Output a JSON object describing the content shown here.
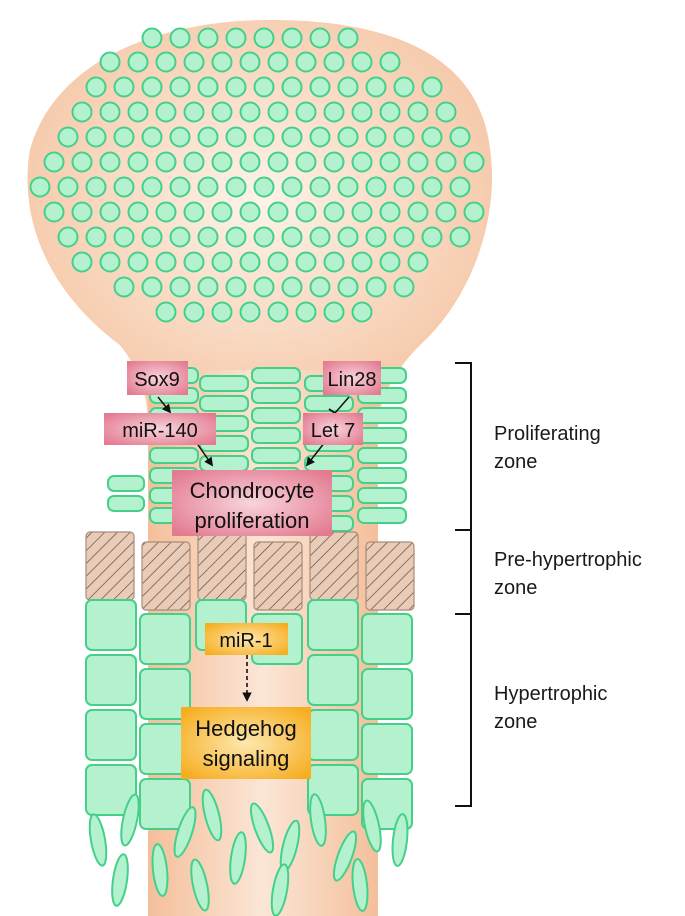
{
  "zones": [
    {
      "line1": "Proliferating",
      "line2": "zone"
    },
    {
      "line1": "Pre-hypertrophic",
      "line2": "zone"
    },
    {
      "line1": "Hypertrophic",
      "line2": "zone"
    }
  ],
  "factors": {
    "sox9": "Sox9",
    "mir140": "miR-140",
    "lin28": "Lin28",
    "let7": "Let 7",
    "prolif_line1": "Chondrocyte",
    "prolif_line2": "proliferation",
    "mir1": "miR-1",
    "hh_line1": "Hedgehog",
    "hh_line2": "signaling"
  },
  "colors": {
    "tissue": "#f6c8a8",
    "tissue_center": "#fbe9dc",
    "cell_fill": "#b4f2cf",
    "cell_stroke": "#45d08a",
    "pink_box": "#e57f93",
    "yellow_box": "#f7b52b"
  }
}
